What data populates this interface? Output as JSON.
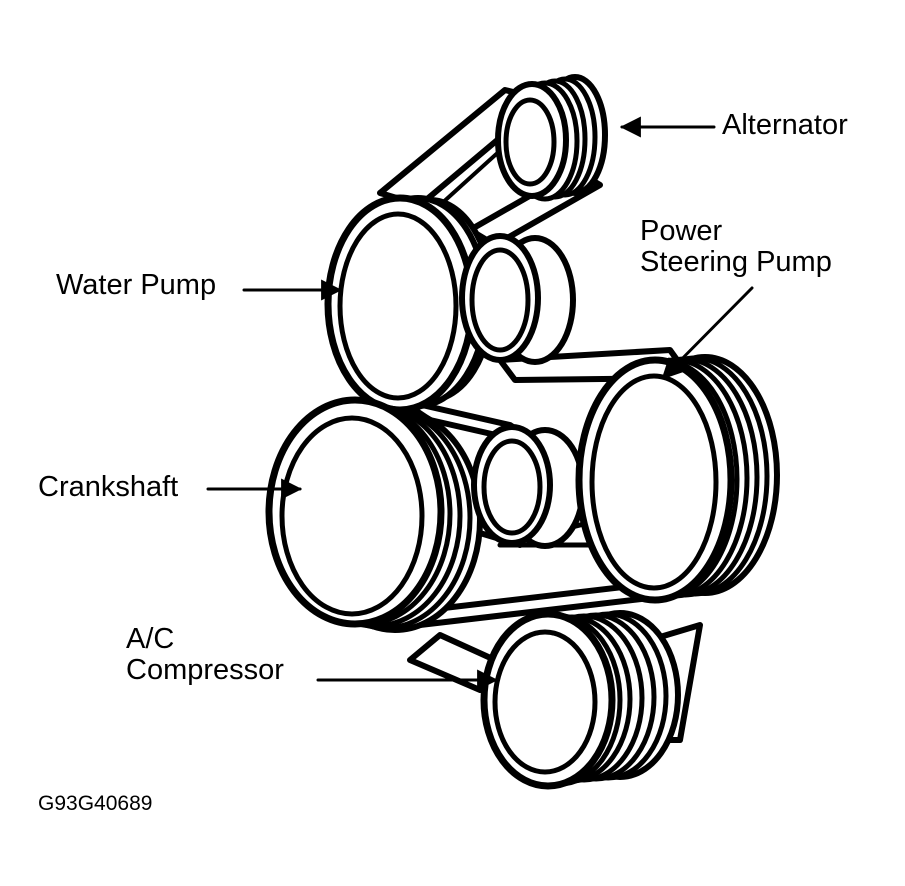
{
  "labels": {
    "alternator": "Alternator",
    "power_steering_line1": "Power",
    "power_steering_line2": "Steering Pump",
    "water_pump": "Water Pump",
    "crankshaft": "Crankshaft",
    "ac_line1": "A/C",
    "ac_line2": "Compressor"
  },
  "figure_code": "G93G40689",
  "colors": {
    "ink": "#000000",
    "paper": "#ffffff"
  }
}
